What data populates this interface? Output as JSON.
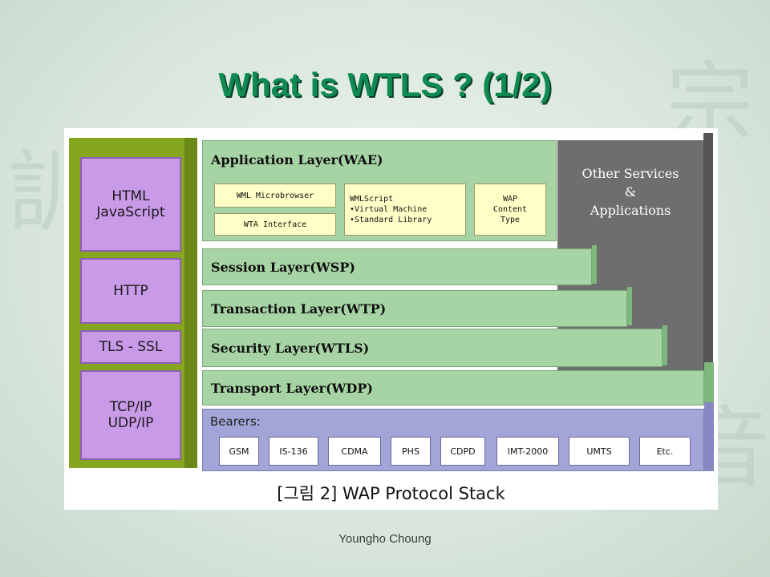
{
  "slide": {
    "title": "What is WTLS ? (1/2)",
    "footer": "Youngho Choung"
  },
  "diagram": {
    "left_stack": [
      {
        "label": "HTML\nJavaScript"
      },
      {
        "label": "HTTP"
      },
      {
        "label": "TLS - SSL"
      },
      {
        "label": "TCP/IP\nUDP/IP"
      }
    ],
    "application_layer": {
      "title": "Application Layer(WAE)",
      "boxes": [
        {
          "label": "WML Microbrowser"
        },
        {
          "label": "WTA Interface"
        },
        {
          "label": "WMLScript\n•Virtual Machine\n•Standard Library"
        },
        {
          "label": "WAP\nContent\nType"
        }
      ]
    },
    "other_services": "Other Services\n&\nApplications",
    "layers": [
      {
        "label": "Session Layer(WSP)"
      },
      {
        "label": "Transaction Layer(WTP)"
      },
      {
        "label": "Security Layer(WTLS)"
      },
      {
        "label": "Transport Layer(WDP)"
      }
    ],
    "bearers": {
      "label": "Bearers:",
      "items": [
        "GSM",
        "IS-136",
        "CDMA",
        "PHS",
        "CDPD",
        "IMT-2000",
        "UMTS",
        "Etc."
      ]
    },
    "caption": "[그림 2] WAP Protocol Stack"
  },
  "colors": {
    "title": "#0f8a52",
    "left_column": "#86a61f",
    "left_box": "#c99ae8",
    "layer": "#a7d4a4",
    "yellow_box": "#fffec7",
    "other_services": "#6e6e6e",
    "bearers": "#a3a5d8"
  }
}
